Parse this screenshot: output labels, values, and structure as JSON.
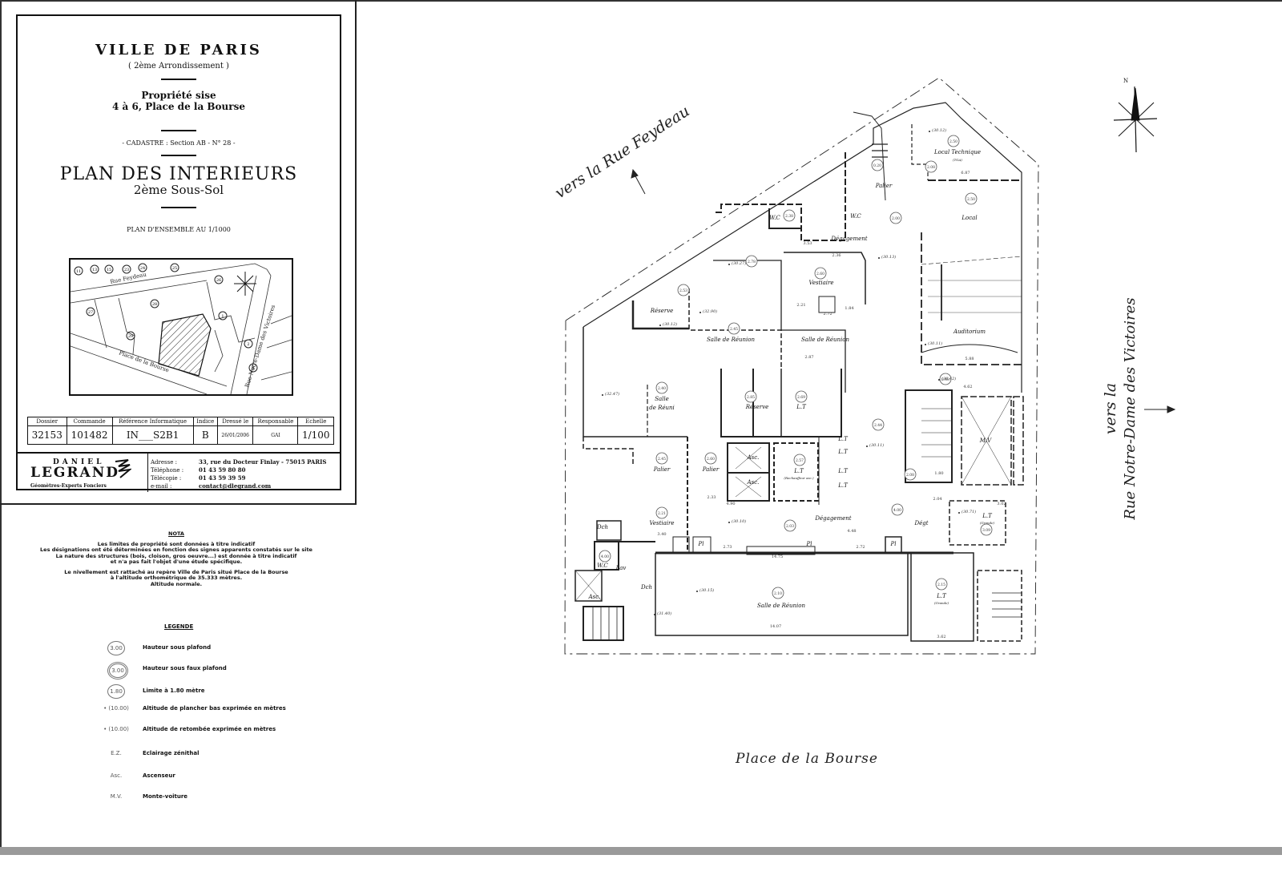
{
  "cartouche": {
    "city": "VILLE DE PARIS",
    "arrondissement": "( 2ème Arrondissement )",
    "property_line1": "Propriété sise",
    "property_line2": "4 à 6, Place de la Bourse",
    "cadastre": "-   CADASTRE : Section AB - N° 28  -",
    "plan_title": "PLAN DES INTERIEURS",
    "level": "2ème Sous-Sol",
    "overview_caption": "PLAN D'ENSEMBLE AU 1/1000"
  },
  "minimap": {
    "streets": [
      "Rue Feydeau",
      "Place de la Bourse",
      "Rue Notre-Dame des Victoires"
    ],
    "parcels": [
      "11",
      "13",
      "15",
      "23",
      "24",
      "25",
      "26",
      "28",
      "29",
      "27",
      "1",
      "2",
      "4"
    ],
    "north": "N"
  },
  "info_table": {
    "headers": [
      "Dossier",
      "Commande",
      "Référence Informatique",
      "Indice",
      "Dressé le",
      "Responsable",
      "Echelle"
    ],
    "values": [
      "32153",
      "101482",
      "IN___S2B1",
      "B",
      "26/01/2006",
      "GAI",
      "1/100"
    ]
  },
  "firm": {
    "name_first": "DANIEL",
    "name_last": "LEGRAND",
    "tagline": "Géomètres-Experts Fonciers",
    "address_label": "Adresse :",
    "address": "33, rue du Docteur Finlay - 75015 PARIS",
    "phone_label": "Téléphone :",
    "phone": "01 43 59 80 80",
    "fax_label": "Télécopie :",
    "fax": "01 43 59 39 59",
    "email_label": "e-mail :",
    "email": "contact@dlegrand.com"
  },
  "nota": {
    "title": "NOTA",
    "lines": [
      "Les limites de propriété sont données à titre indicatif",
      "Les désignations ont été déterminées en fonction des signes apparents constatés sur le site",
      "La nature des structures (bois, cloison, gros oeuvre...) est donnée à titre indicatif",
      "et n'a pas fait l'objet d'une étude spécifique.",
      "Le nivellement est rattaché au repère Ville de Paris situé Place de la Bourse",
      "à l'altitude orthométrique de 35.333 mètres.",
      "Altitude normale."
    ]
  },
  "legend": {
    "title": "LEGENDE",
    "items": [
      {
        "symbol": "3.00",
        "text": "Hauteur sous plafond"
      },
      {
        "symbol": "3.00",
        "text": "Hauteur sous faux plafond"
      },
      {
        "symbol": "1.80",
        "text": "Limite à 1.80 mètre"
      },
      {
        "symbol": "• (10.00)",
        "text": "Altitude de plancher bas exprimée en mètres"
      },
      {
        "symbol": "• (10.00)",
        "text": "Altitude de retombée exprimée en mètres"
      },
      {
        "symbol": "E.Z.",
        "text": "Eclairage zénithal"
      },
      {
        "symbol": "Asc.",
        "text": "Ascenseur"
      },
      {
        "symbol": "M.V.",
        "text": "Monte-voiture"
      }
    ]
  },
  "plan": {
    "street_feydeau": "vers la Rue Feydeau",
    "street_victoires_1": "vers la",
    "street_victoires_2": "Rue Notre-Dame des Victoires",
    "place": "Place de la Bourse",
    "north": "N",
    "rooms": [
      "Local Technique",
      "(TGA)",
      "Palier",
      "W.C",
      "W.C",
      "Local",
      "Dégagement",
      "Vestiaire",
      "Réserve",
      "Salle de Réunion",
      "Salle de Réunion",
      "Auditorium",
      "Salle",
      "de Réuni",
      "Réserve",
      "L.T",
      "Palier",
      "Palier",
      "Asc.",
      "Asc.",
      "L.T",
      "(Rechauffeur asc.)",
      "L.T",
      "L.T",
      "L.T",
      "L.T",
      "M.V",
      "Vestiaire",
      "Dégagement",
      "Dégt",
      "L.T",
      "(Grande)",
      "Dch",
      "W.C",
      "Lav",
      "Dch",
      "Asc.",
      "Salle de Réunion",
      "L.T",
      "(Grande)",
      "Pl",
      "Pl",
      "Pl"
    ],
    "heights": [
      "2.50",
      "2.08",
      "0.20",
      "2.38",
      "2.00",
      "2.50",
      "2.60",
      "2.78",
      "2.53",
      "2.45",
      "2.85",
      "2.69",
      "2.40",
      "2.45",
      "2.60",
      "2.57",
      "2.44",
      "2.08",
      "2.08",
      "2.03",
      "2.21",
      "4.00",
      "3.09",
      "2.10",
      "4.00",
      "2.15"
    ],
    "altitudes": [
      "(30.12)",
      "(30.13)",
      "(30.27)",
      "(32.90)",
      "(30.12)",
      "(30.11)",
      "(30.42)",
      "(32.47)",
      "(30.11)",
      "(30.10)",
      "(30.15)",
      "(30.71)",
      "(31.40)"
    ],
    "dimensions": [
      "3.53",
      "2.36",
      "2.21",
      "1.84",
      "2.72",
      "2.87",
      "14.75",
      "14.07",
      "4.48",
      "2.73",
      "2.72",
      "3.62",
      "5.88",
      "4.62",
      "2.04",
      "1.80",
      "3.02",
      "3.40",
      "2.33",
      "4.90",
      "6.87"
    ]
  }
}
